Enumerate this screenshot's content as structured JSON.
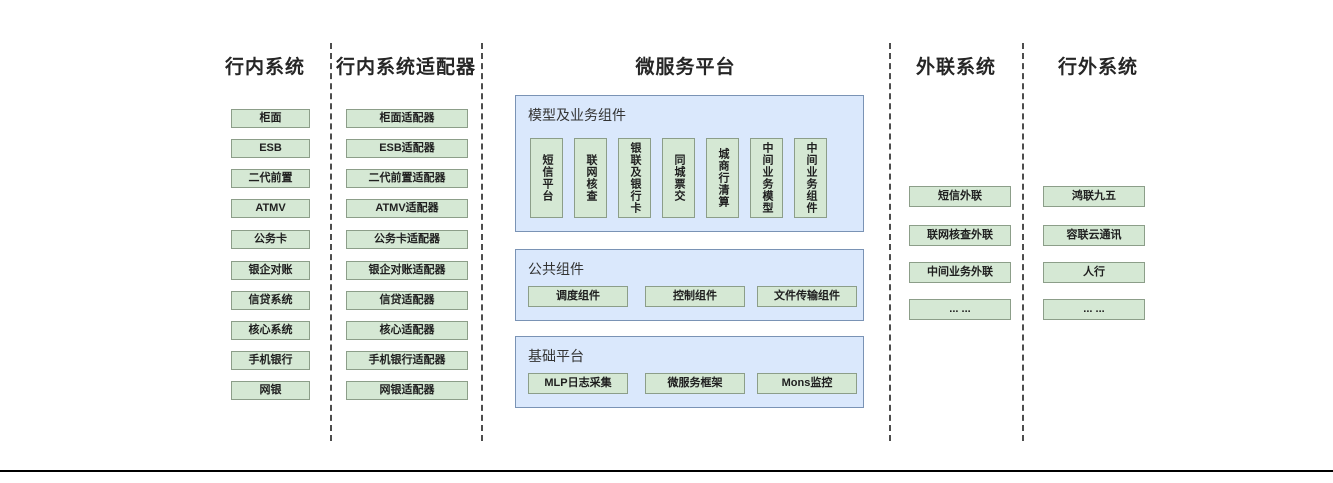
{
  "diagram": {
    "title_bank_internal": "行内系统",
    "title_bank_adapter": "行内系统适配器",
    "title_microservice": "微服务平台",
    "title_external_link": "外联系统",
    "title_outside_bank": "行外系统",
    "colors": {
      "node_fill": "#d5e8d4",
      "node_border": "#8c9e89",
      "panel_fill": "#dae8fc",
      "panel_border": "#7a93b5",
      "divider": "#4d4d4d",
      "rule": "#000000",
      "text": "#1a1a1a"
    }
  },
  "columns": {
    "bank_internal": {
      "header": "行内系统",
      "nodes": [
        "柜面",
        "ESB",
        "二代前置",
        "ATMV",
        "公务卡",
        "银企对账",
        "信贷系统",
        "核心系统",
        "手机银行",
        "网银"
      ]
    },
    "bank_adapter": {
      "header": "行内系统适配器",
      "nodes": [
        "柜面适配器",
        "ESB适配器",
        "二代前置适配器",
        "ATMV适配器",
        "公务卡适配器",
        "银企对账适配器",
        "信贷适配器",
        "核心适配器",
        "手机银行适配器",
        "网银适配器"
      ]
    },
    "external_link": {
      "header": "外联系统",
      "nodes": [
        "短信外联",
        "联网核查外联",
        "中间业务外联",
        "... ..."
      ]
    },
    "outside_bank": {
      "header": "行外系统",
      "nodes": [
        "鸿联九五",
        "容联云通讯",
        "人行",
        "... ..."
      ]
    }
  },
  "microservice_platform": {
    "header": "微服务平台",
    "panels": [
      {
        "title": "模型及业务组件",
        "orientation": "vertical",
        "nodes": [
          "短信平台",
          "联网核查",
          "银联及银行卡",
          "同城票交",
          "城商行清算",
          "中间业务模型",
          "中间业务组件"
        ]
      },
      {
        "title": "公共组件",
        "orientation": "horizontal",
        "nodes": [
          "调度组件",
          "控制组件",
          "文件传输组件"
        ]
      },
      {
        "title": "基础平台",
        "orientation": "horizontal",
        "nodes": [
          "MLP日志采集",
          "微服务框架",
          "Mons监控"
        ]
      }
    ]
  }
}
